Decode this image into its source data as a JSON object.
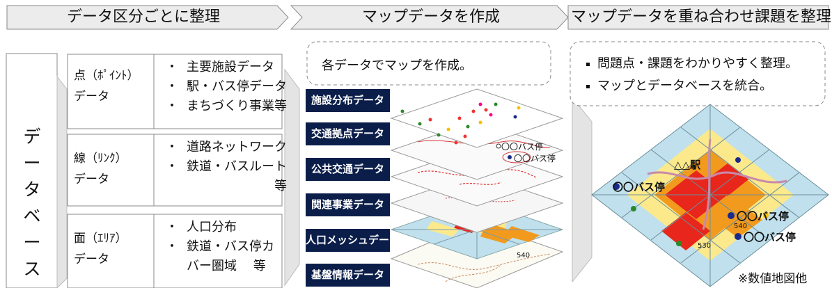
{
  "steps": [
    {
      "label": "データ区分ごとに整理"
    },
    {
      "label": "マップデータを作成"
    },
    {
      "label": "マップデータを重ね合わせ課題を整理"
    }
  ],
  "database": {
    "label": "データベース"
  },
  "categories": [
    {
      "label": "点（ﾎﾟｲﾝﾄ）\nデータ",
      "items": [
        "主要施設データ",
        "駅・バス停データ",
        "まちづくり事業等"
      ]
    },
    {
      "label": "線（ﾘﾝｸ）\nデータ",
      "items": [
        "道路ネットワーク",
        "鉄道・バスルート\n　　　　　　　等"
      ]
    },
    {
      "label": "面（ｴﾘｱ）\nデータ",
      "items": [
        "人口分布",
        "鉄道・バス停カ\nバー圏域　 等"
      ]
    }
  ],
  "create_map": {
    "note": "各データでマップを作成。"
  },
  "layers": [
    {
      "label": "施設分布データ"
    },
    {
      "label": "交通拠点データ"
    },
    {
      "label": "公共交通データ"
    },
    {
      "label": "関連事業データ"
    },
    {
      "label": "人口メッシュデータ"
    },
    {
      "label": "基盤情報データ"
    }
  ],
  "layer_annotations": {
    "bus_stop": "〇〇バス停",
    "elevation": "540"
  },
  "overlay": {
    "bullets": [
      "問題点・課題をわかりやすく整理。",
      "マップとデータベースを統合。"
    ]
  },
  "overlay_map_labels": {
    "station": "△△駅",
    "bus_stop": "〇〇バス停",
    "elev1": "540",
    "elev2": "530"
  },
  "source_note": "※数値地図他",
  "colors": {
    "layer_label_bg": "#0b1e4a",
    "arrow_fill": "#e8e8e8",
    "mesh_red": "#e8261c",
    "mesh_orange": "#f29a1e",
    "mesh_yellow": "#fbe98c",
    "mesh_blue": "#bfe0ec"
  }
}
